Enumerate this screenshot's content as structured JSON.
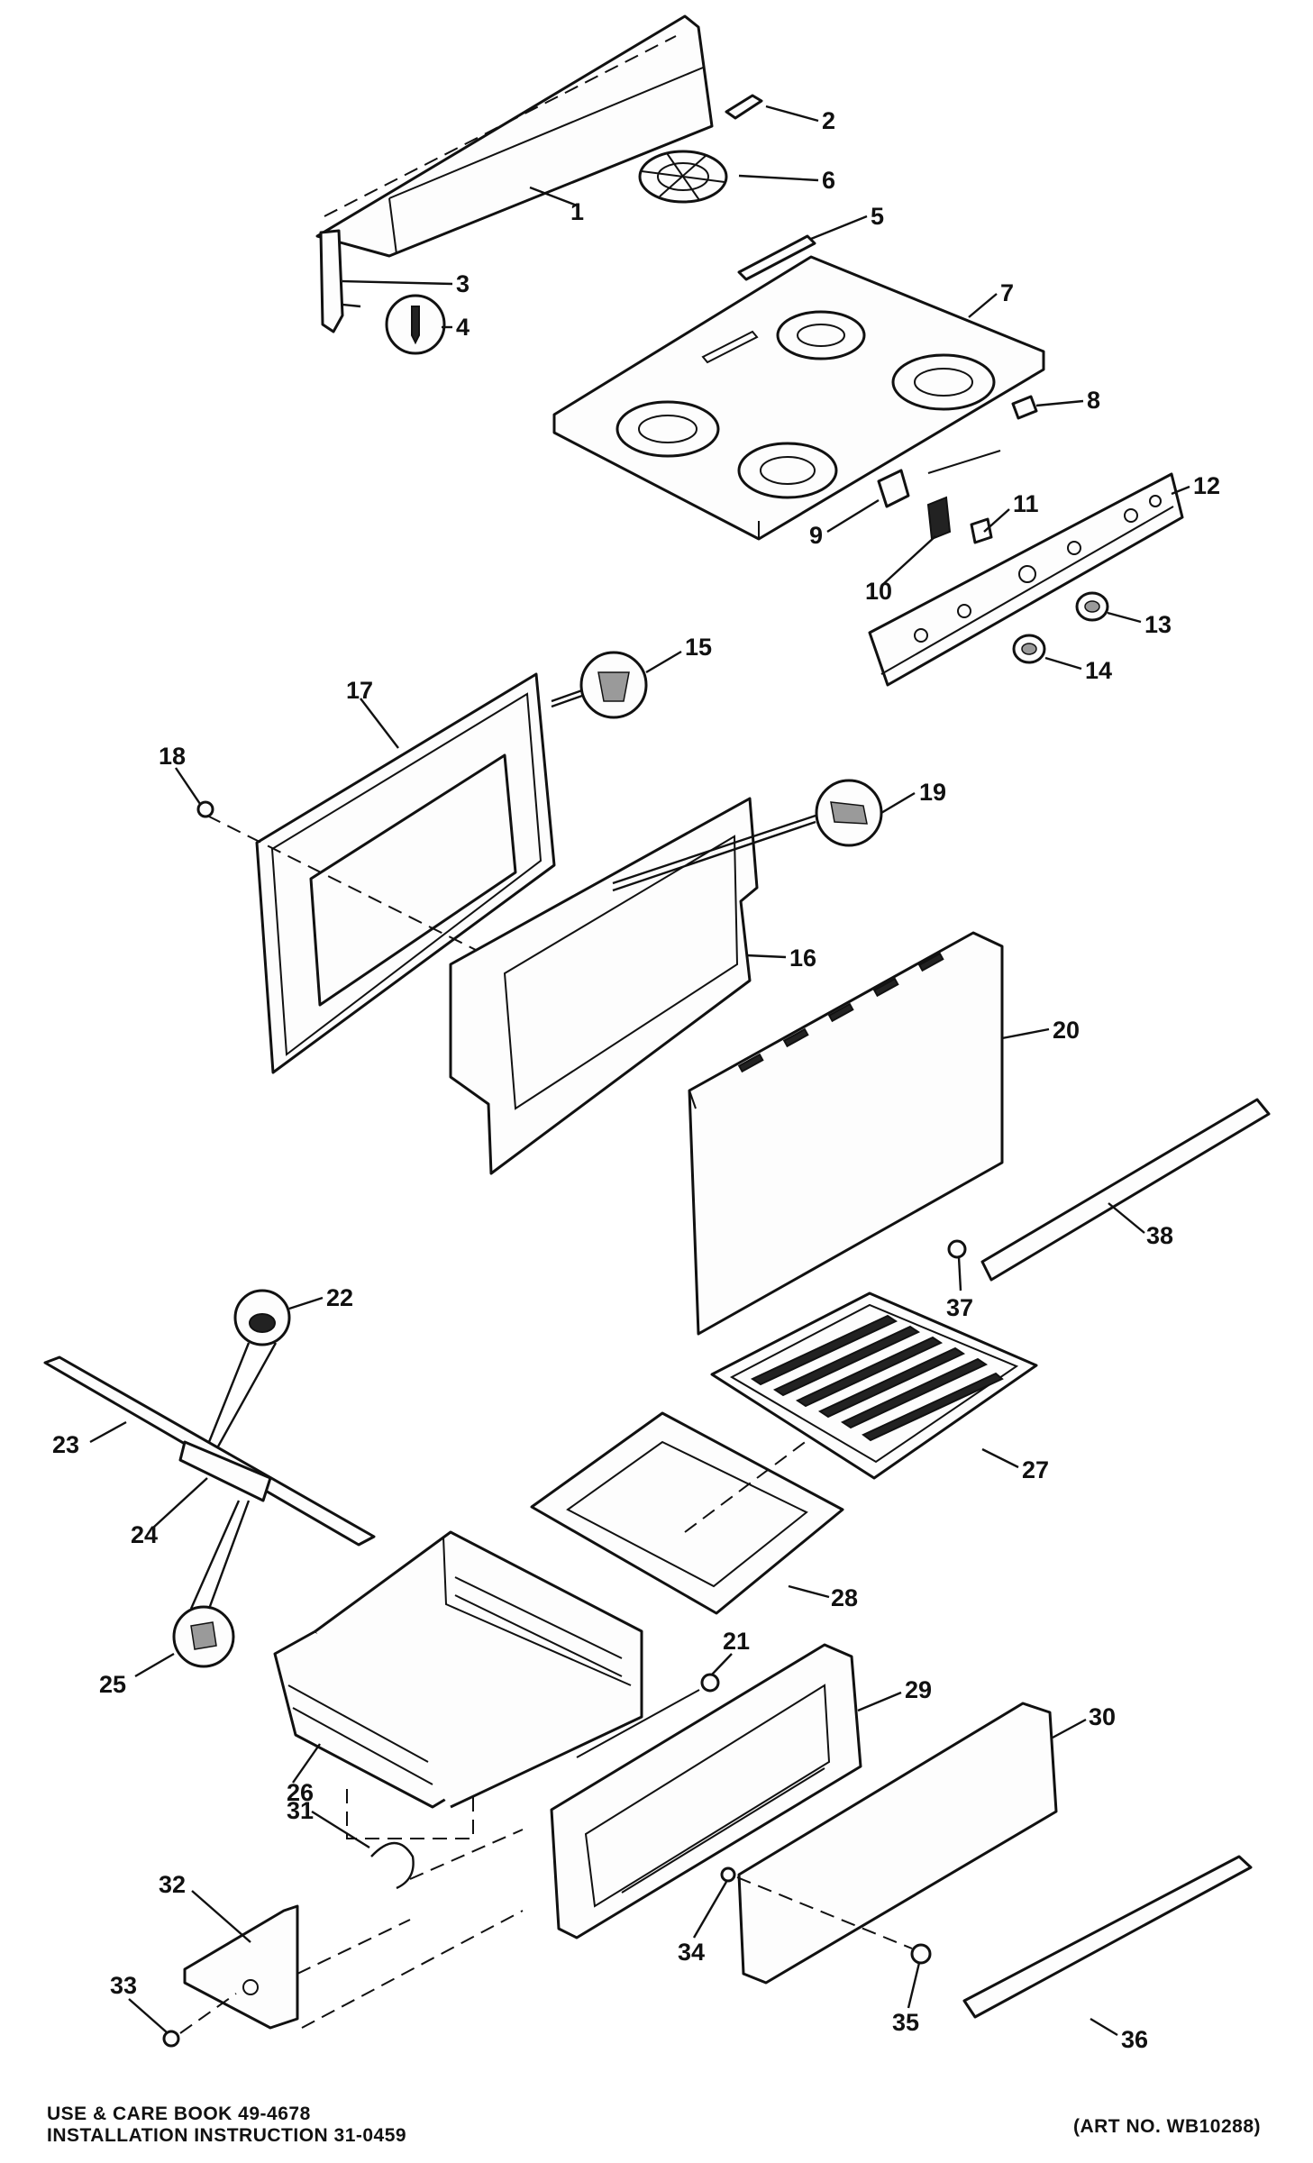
{
  "diagram": {
    "part_numbers": [
      "1",
      "2",
      "3",
      "4",
      "5",
      "6",
      "7",
      "8",
      "9",
      "10",
      "11",
      "12",
      "13",
      "14",
      "15",
      "16",
      "17",
      "18",
      "19",
      "20",
      "21",
      "22",
      "23",
      "24",
      "25",
      "26",
      "27",
      "28",
      "29",
      "30",
      "31",
      "32",
      "33",
      "34",
      "35",
      "36",
      "37",
      "38"
    ]
  },
  "footer": {
    "use_care": "USE & CARE BOOK 49-4678",
    "installation": "INSTALLATION INSTRUCTION 31-0459",
    "art_no": "(ART NO. WB10288)"
  }
}
